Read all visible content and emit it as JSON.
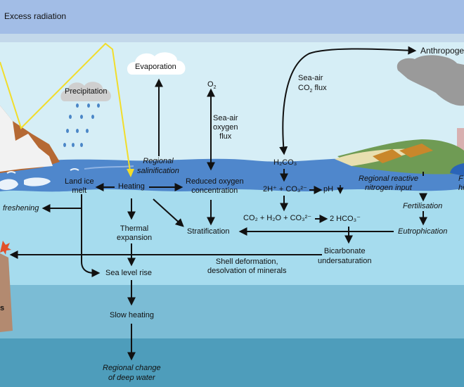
{
  "header": {
    "title": "Excess radiation"
  },
  "labels": {
    "anthropogenic": "Anthropoge",
    "sea_air_co2_flux_1": "Sea-air",
    "sea_air_co2_flux_2": "CO",
    "sea_air_co2_flux_3": "flux",
    "evaporation": "Evaporation",
    "precipitation": "Precipitation",
    "o2": "O",
    "sea_air_oxygen_flux": [
      "Sea-air",
      "oxygen",
      "flux"
    ],
    "regional_salinification": [
      "Regional",
      "salinification"
    ],
    "h2co3": "H₂CO₃",
    "regional_reactive_nitrogen": [
      "Regional reactive",
      "nitrogen input"
    ],
    "right_edge_partial": [
      "F",
      "hi"
    ],
    "land_ice_melt": [
      "Land ice",
      "melt"
    ],
    "heating": "Heating",
    "reduced_oxygen": [
      "Reduced oxygen",
      "concentration"
    ],
    "carbonate_eq": "2H⁺ + CO₃²⁻",
    "ph": "pH",
    "freshening": "freshening",
    "fertilisation": "Fertilisation",
    "thermal_expansion": [
      "Thermal",
      "expansion"
    ],
    "co2_eq": "CO₂ + H₂O + CO₃²⁻",
    "hco3": "2 HCO₃⁻",
    "stratification": "Stratification",
    "eutrophication": "Eutrophication",
    "bicarbonate": [
      "Bicarbonate",
      "undersaturation"
    ],
    "shell_deformation": [
      "Shell deformation,",
      "desolvation of minerals"
    ],
    "sea_level_rise": "Sea level rise",
    "left_edge_partial": "s",
    "slow_heating": "Slow heating",
    "regional_change": [
      "Regional change",
      "of deep water"
    ]
  },
  "colors": {
    "sky_band": "#a2bde6",
    "air": "#d6eef6",
    "surface_water": "#4f87cc",
    "upper_ocean": "#a6dcee",
    "mid_ocean": "#7bbcd5",
    "deep_ocean": "#4e9dbb",
    "sun_ray": "#f2dd2a",
    "arrow": "#111111"
  }
}
